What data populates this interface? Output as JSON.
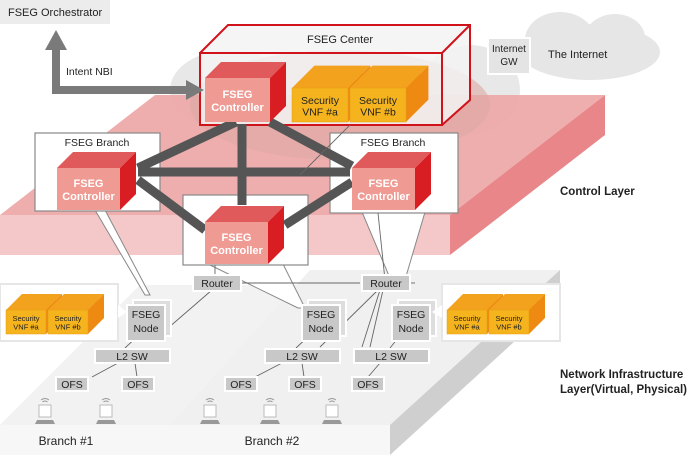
{
  "orchestrator": {
    "label": "FSEG Orchestrator"
  },
  "nbi": {
    "label": "Intent NBI"
  },
  "center": {
    "title": "FSEG Center",
    "controller": {
      "line1": "FSEG",
      "line2": "Controller"
    },
    "vnf_a": {
      "line1": "Security",
      "line2": "VNF #a"
    },
    "vnf_b": {
      "line1": "Security",
      "line2": "VNF #b"
    }
  },
  "internet": {
    "gw_line1": "Internet",
    "gw_line2": "GW",
    "label": "The Internet"
  },
  "branch_left": {
    "title": "FSEG Branch",
    "controller": {
      "line1": "FSEG",
      "line2": "Controller"
    }
  },
  "branch_right": {
    "title": "FSEG Branch",
    "controller": {
      "line1": "FSEG",
      "line2": "Controller"
    }
  },
  "branch_mid": {
    "controller": {
      "line1": "FSEG",
      "line2": "Controller"
    }
  },
  "layers": {
    "control": "Control Layer",
    "infra_line1": "Network Infrastructure",
    "infra_line2": "Layer(Virtual, Physical)"
  },
  "network": {
    "router": "Router",
    "node_line1": "FSEG",
    "node_line2": "Node",
    "l2sw": "L2 SW",
    "ofs": "OFS",
    "vnf_a": {
      "line1": "Security",
      "line2": "VNF #a"
    },
    "vnf_b": {
      "line1": "Security",
      "line2": "VNF #b"
    }
  },
  "branches": [
    {
      "label": "Branch #1"
    },
    {
      "label": "Branch #2"
    }
  ],
  "colors": {
    "controller_front": "#ef9a93",
    "controller_top": "#e05a5c",
    "controller_side": "#d81e22",
    "vnf_front": "#f5b41e",
    "vnf_top": "#f3a21e",
    "vnf_side": "#ee8a12",
    "control_layer": "#eeaaaa",
    "link_dark": "#555555",
    "center_border": "#d0121b"
  }
}
